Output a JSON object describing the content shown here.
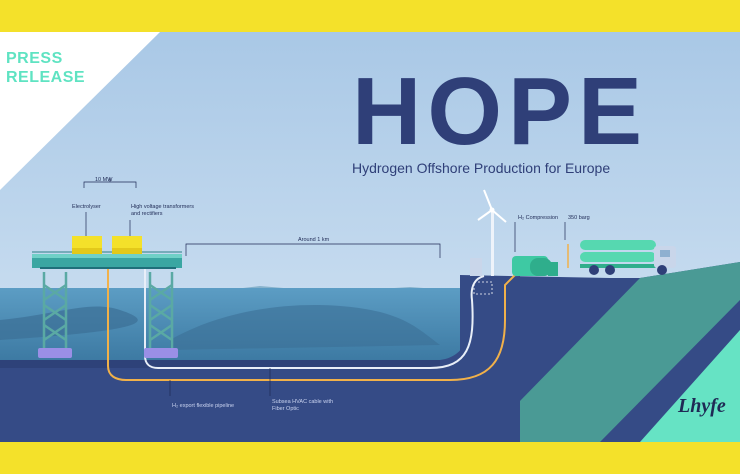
{
  "press_release": [
    "PRESS",
    "RELEASE"
  ],
  "title": "HOPE",
  "subtitle": "Hydrogen Offshore Production for Europe",
  "labels": {
    "power": "10 MW",
    "electrolyser": "Electrolyser",
    "transformers": [
      "High voltage transformers",
      "and rectifiers"
    ],
    "distance": "Around 1 km",
    "compression": "H₂ Compression",
    "pressure": "350 barg",
    "export_pipeline": "H₂ export flexible pipeline",
    "hvac_cable": [
      "Subsea HVAC cable with",
      "Fiber Optic"
    ]
  },
  "brand": "Lhyfe",
  "colors": {
    "frame_yellow": "#f4e12a",
    "sky": "#bcd6ef",
    "sea": "#4d8fb8",
    "seabed": "#354b86",
    "title_navy": "#2f3f78",
    "press_mint": "#5fe3c2",
    "pipeline_orange": "#f1b14a",
    "cable_white": "#e8eef8"
  },
  "icons": [
    "wind-turbine-icon",
    "hydrogen-tank-truck-icon",
    "offshore-platform-icon"
  ]
}
